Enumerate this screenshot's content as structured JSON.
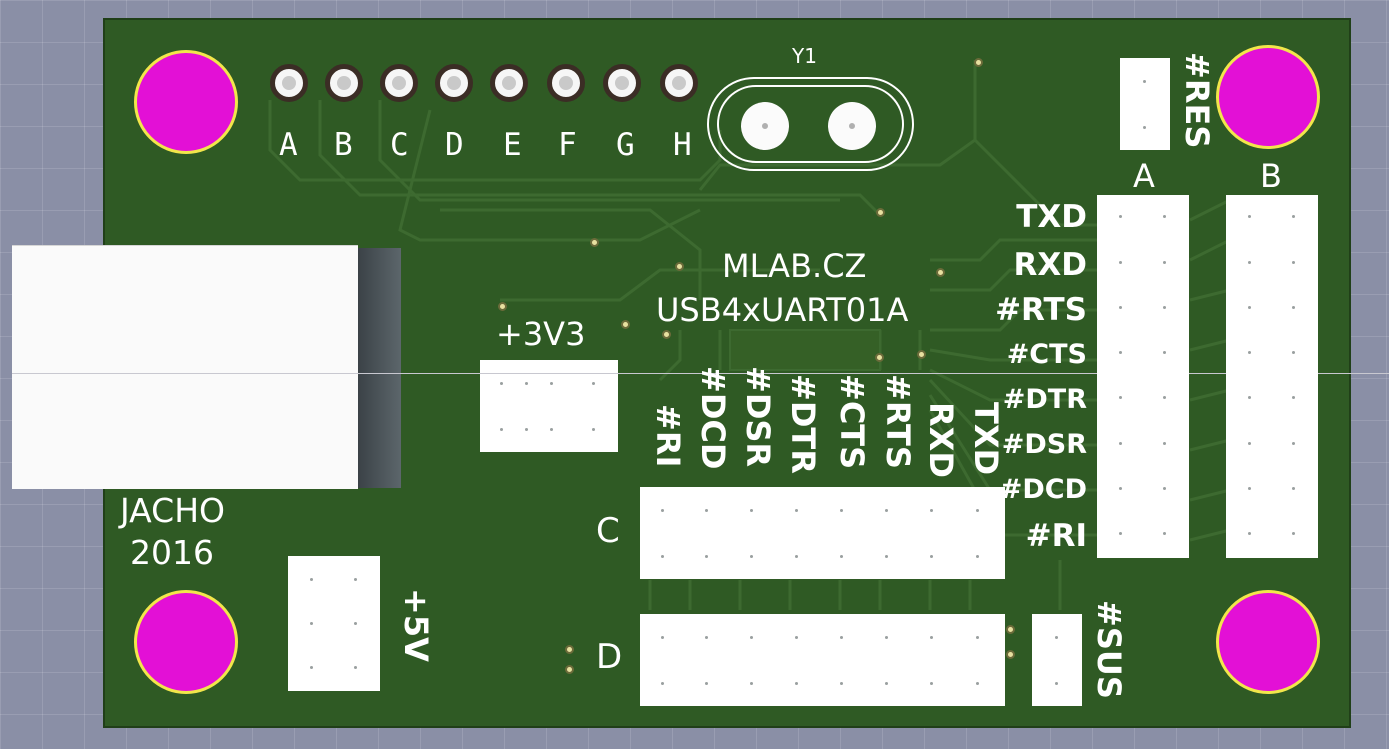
{
  "board": {
    "title": "MLAB.CZ",
    "name": "USB4xUART01A",
    "author": "JACHO",
    "year": "2016",
    "crystal": "Y1"
  },
  "led_labels": [
    "A",
    "B",
    "C",
    "D",
    "E",
    "F",
    "G",
    "H"
  ],
  "port_labels": {
    "a": "A",
    "b": "B",
    "c": "C",
    "d": "D"
  },
  "signals_right": [
    "TXD",
    "RXD",
    "#RTS",
    "#CTS",
    "#DTR",
    "#DSR",
    "#DCD",
    "#RI"
  ],
  "signals_vertical": [
    "#RI",
    "#DCD",
    "#DSR",
    "#DTR",
    "#CTS",
    "#RTS",
    "RXD",
    "TXD"
  ],
  "power": {
    "v33": "+3V3",
    "v5": "+5V"
  },
  "jumpers": {
    "res": "#RES",
    "sus": "#SUS"
  },
  "colors": {
    "board": "#2f5a24",
    "trace": "#3e6b2f",
    "mounting_hole": "#e310d6",
    "silkscreen": "#ffffff"
  }
}
